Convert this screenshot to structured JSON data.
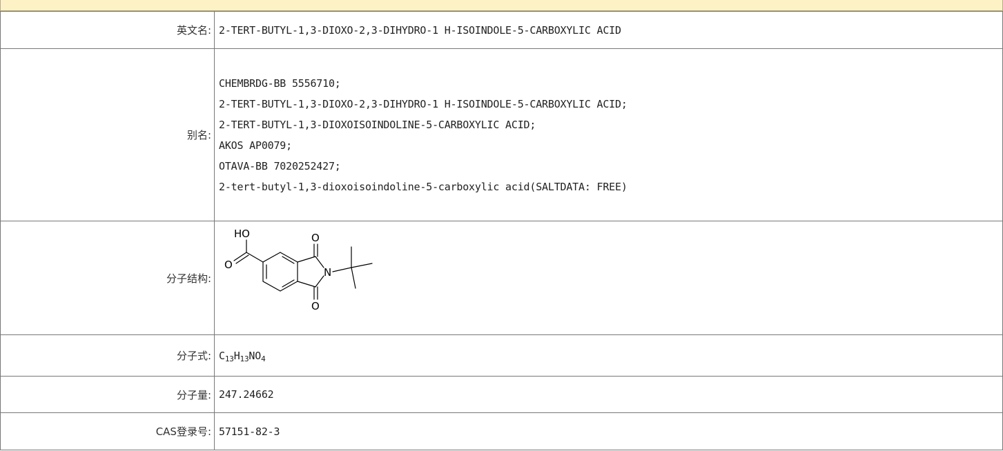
{
  "rows": {
    "english_name": {
      "label": "英文名:",
      "value": "2-TERT-BUTYL-1,3-DIOXO-2,3-DIHYDRO-1 H-ISOINDOLE-5-CARBOXYLIC ACID"
    },
    "aliases": {
      "label": "别名:",
      "items": [
        "CHEMBRDG-BB 5556710;",
        "2-TERT-BUTYL-1,3-DIOXO-2,3-DIHYDRO-1 H-ISOINDOLE-5-CARBOXYLIC ACID;",
        "2-TERT-BUTYL-1,3-DIOXOISOINDOLINE-5-CARBOXYLIC ACID;",
        "AKOS AP0079;",
        "OTAVA-BB 7020252427;",
        "2-tert-butyl-1,3-dioxoisoindoline-5-carboxylic acid(SALTDATA: FREE)"
      ]
    },
    "structure": {
      "label": "分子结构:",
      "atoms": {
        "hydroxyl": "HO",
        "carbonyl_o_acid": "O",
        "carbonyl_o_top": "O",
        "carbonyl_o_bottom": "O",
        "nitrogen": "N"
      }
    },
    "formula": {
      "label": "分子式:",
      "parts": {
        "c": "C",
        "c_n": "13",
        "h": "H",
        "h_n": "13",
        "no": "NO",
        "o_n": "4"
      }
    },
    "molecular_weight": {
      "label": "分子量:",
      "value": "247.24662"
    },
    "cas": {
      "label": "CAS登录号:",
      "value": "57151-82-3"
    }
  }
}
